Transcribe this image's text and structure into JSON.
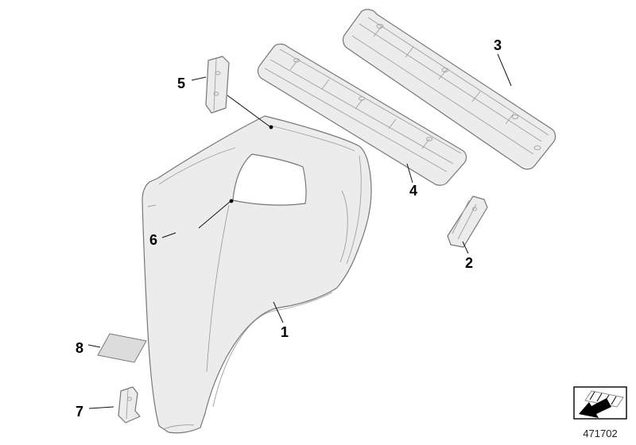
{
  "diagram": {
    "part_number": "471702",
    "callouts": [
      "1",
      "2",
      "3",
      "4",
      "5",
      "6",
      "7",
      "8"
    ],
    "icons": {
      "legend": "view-direction-arrow-icon"
    },
    "colors": {
      "part_fill": "#ececec",
      "part_stroke": "#777777",
      "detail_stroke": "#a0a0a0",
      "leader_line": "#111111",
      "background": "#ffffff"
    }
  }
}
